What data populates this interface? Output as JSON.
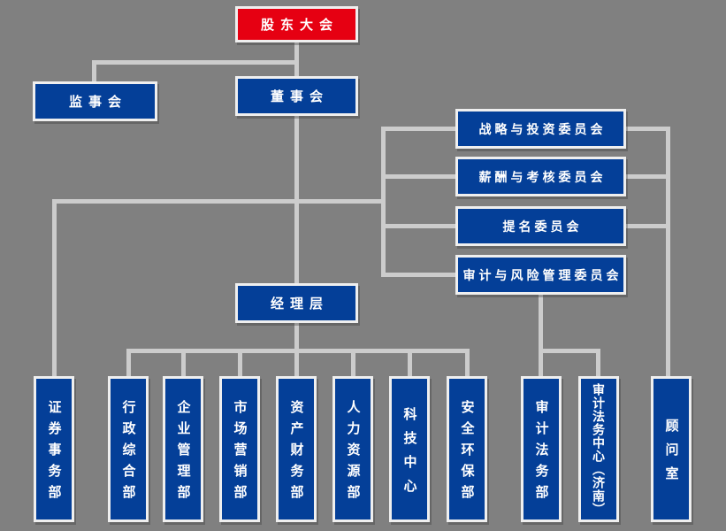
{
  "palette": {
    "background": "#808080",
    "connector": "#cccccc",
    "node_blue": "#043f98",
    "node_red": "#e60012",
    "node_border": "#efefef",
    "node_text": "#ffffff"
  },
  "nodes": {
    "shareholders_meeting": {
      "label": "股东大会"
    },
    "supervisory_board": {
      "label": "监事会"
    },
    "board_of_directors": {
      "label": "董事会"
    },
    "committees": [
      {
        "label": "战略与投资委员会"
      },
      {
        "label": "薪酬与考核委员会"
      },
      {
        "label": "提名委员会"
      },
      {
        "label": "审计与风险管理委员会"
      }
    ],
    "management": {
      "label": "经理层"
    },
    "departments": [
      {
        "label": "证券事务部"
      },
      {
        "label": "行政综合部"
      },
      {
        "label": "企业管理部"
      },
      {
        "label": "市场营销部"
      },
      {
        "label": "资产财务部"
      },
      {
        "label": "人力资源部"
      },
      {
        "label": "科技中心"
      },
      {
        "label": "安全环保部"
      },
      {
        "label": "审计法务部"
      },
      {
        "label": "审计法务中心（济南）"
      },
      {
        "label": "顾问室"
      }
    ]
  }
}
